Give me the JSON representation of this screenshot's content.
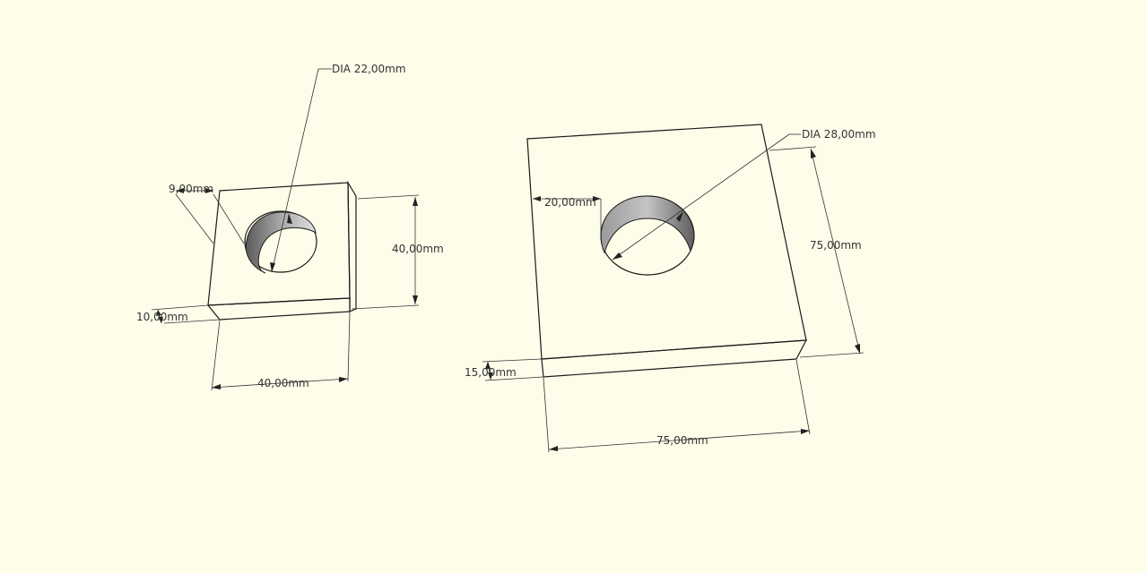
{
  "colors": {
    "background": "#fefdea",
    "top_face": "#ffffff",
    "front_face": "#c9c9c9",
    "side_face": "#3c3c3c",
    "hole_inner": "#8a8a8a",
    "edge": "#1a1a1a",
    "dimension": "#333333"
  },
  "parts": {
    "small_plate": {
      "hole_diameter_label": "DIA 22,00mm",
      "hole_offset_label": "9,00mm",
      "depth_label": "40,00mm",
      "thickness_label": "10,00mm",
      "width_label": "40,00mm"
    },
    "large_plate": {
      "hole_diameter_label": "DIA 28,00mm",
      "hole_offset_label": "20,00mm",
      "depth_label": "75,00mm",
      "thickness_label": "15,00mm",
      "width_label": "75,00mm"
    }
  }
}
